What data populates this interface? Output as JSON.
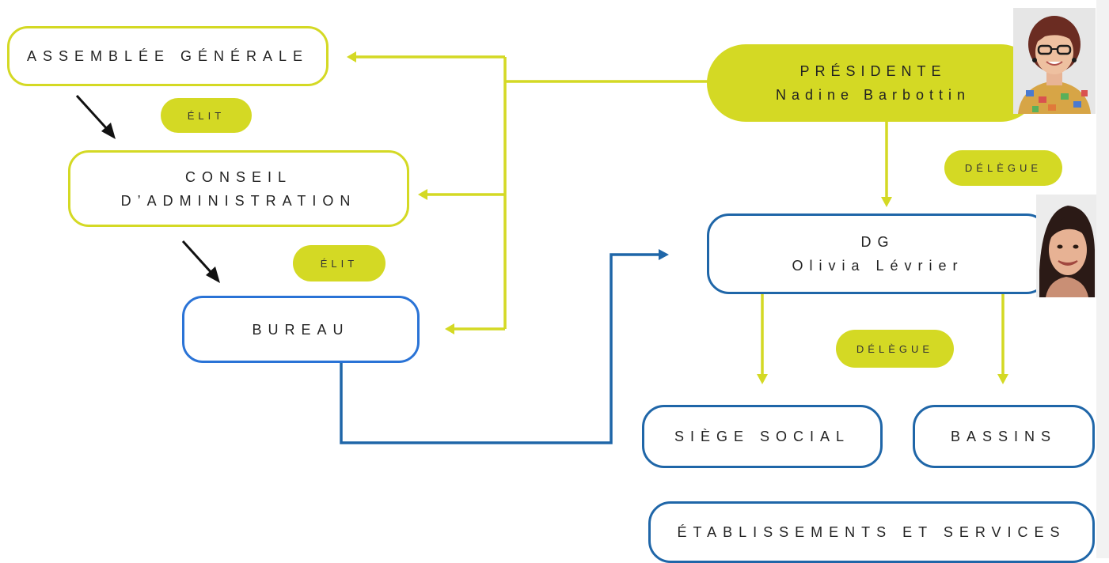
{
  "boxes": {
    "assemblee": "ASSEMBLÉE GÉNÉRALE",
    "conseil_line1": "CONSEIL",
    "conseil_line2": "D’ADMINISTRATION",
    "bureau": "BUREAU",
    "dg_title": "DG",
    "dg_name": "Olivia Lévrier",
    "siege": "SIÈGE SOCIAL",
    "bassins": "BASSINS",
    "etablissements": "ÉTABLISSEMENTS ET SERVICES"
  },
  "president": {
    "title": "PRÉSIDENTE",
    "name": "Nadine Barbottin"
  },
  "pills": {
    "elit_1": "ÉLIT",
    "elit_2": "ÉLIT",
    "delegue_1": "DÉLÈGUE",
    "delegue_2": "DÉLÈGUE"
  },
  "colors": {
    "yellow": "#d4d924",
    "blue": "#2a73d6",
    "dark_blue": "#1f66a8"
  }
}
